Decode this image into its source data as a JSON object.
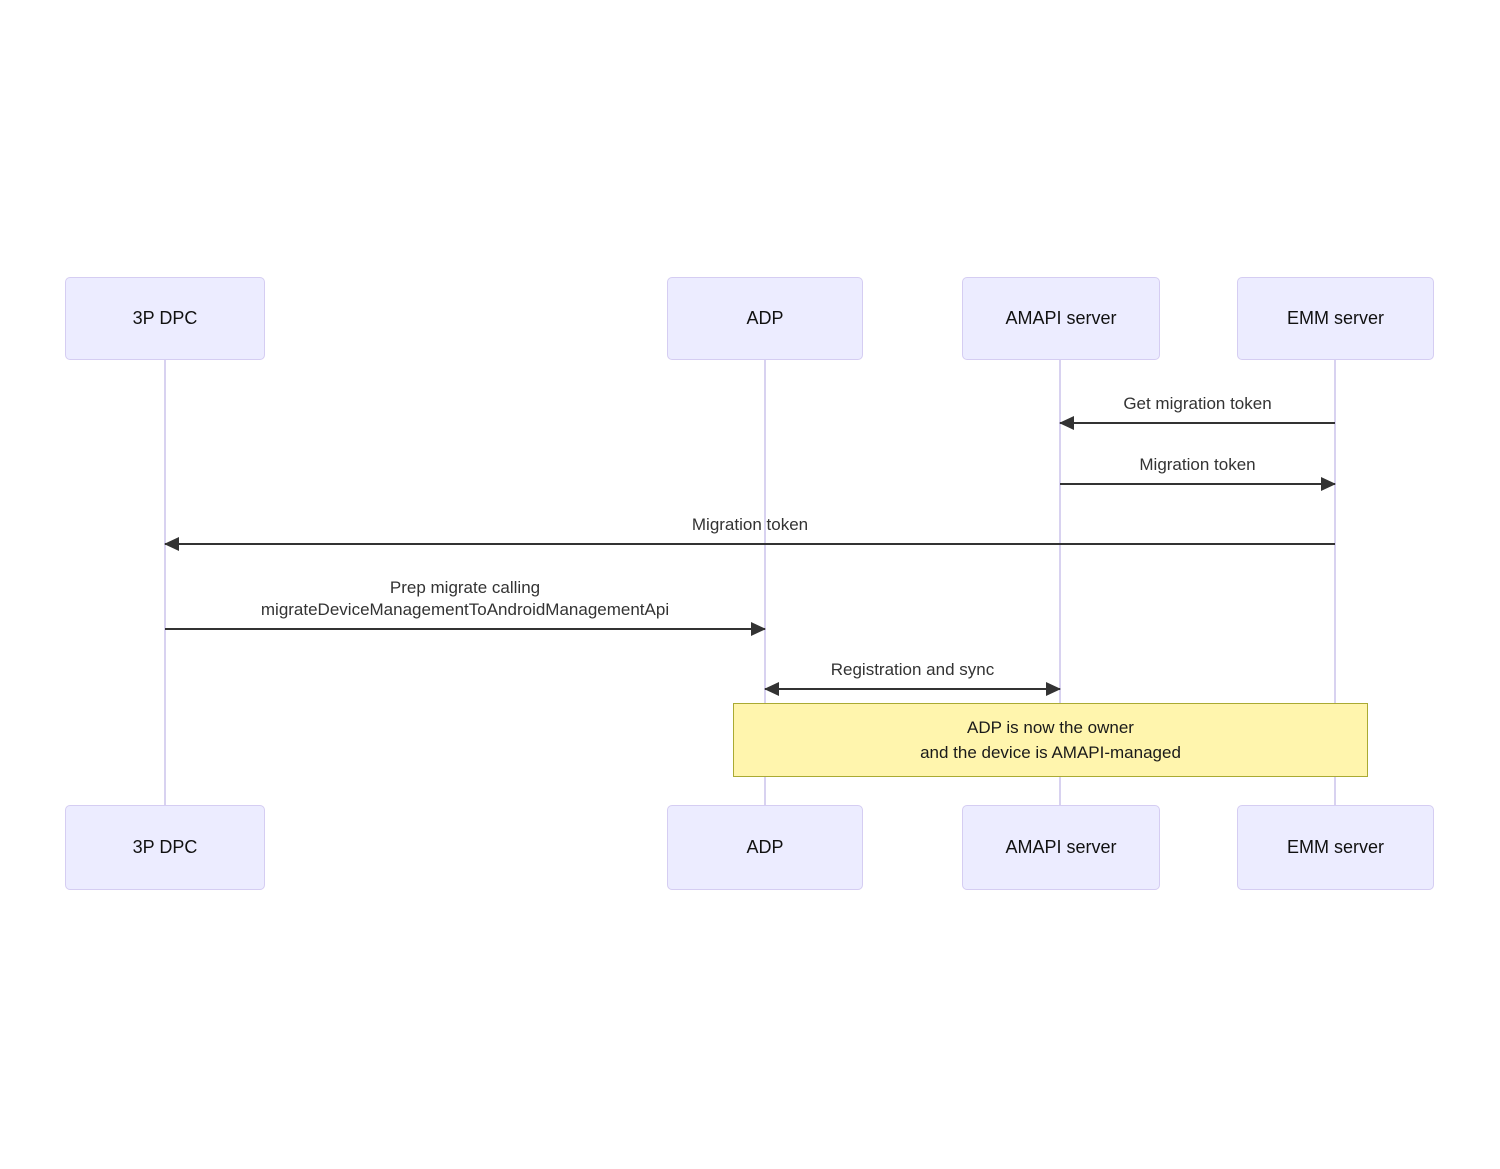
{
  "diagram": {
    "type": "sequence",
    "actors": [
      {
        "id": "3p-dpc",
        "label": "3P DPC"
      },
      {
        "id": "adp",
        "label": "ADP"
      },
      {
        "id": "amapi-server",
        "label": "AMAPI server"
      },
      {
        "id": "emm-server",
        "label": "EMM server"
      }
    ],
    "messages": [
      {
        "from": "emm-server",
        "to": "amapi-server",
        "label": "Get migration token",
        "direction": "left"
      },
      {
        "from": "amapi-server",
        "to": "emm-server",
        "label": "Migration token",
        "direction": "right"
      },
      {
        "from": "emm-server",
        "to": "3p-dpc",
        "label": "Migration token",
        "direction": "left"
      },
      {
        "from": "3p-dpc",
        "to": "adp",
        "label_line1": "Prep migrate calling",
        "label_line2": "migrateDeviceManagementToAndroidManagementApi",
        "direction": "right"
      },
      {
        "from": "adp",
        "to": "amapi-server",
        "label": "Registration and sync",
        "direction": "both"
      }
    ],
    "note": {
      "over": [
        "adp",
        "emm-server"
      ],
      "line1": "ADP is now the owner",
      "line2": "and the device is AMAPI-managed"
    },
    "colors": {
      "actor_fill": "#ECECFF",
      "actor_border": "#d5cdf2",
      "lifeline": "#d8d2f0",
      "arrow": "#333333",
      "text": "#333333",
      "note_fill": "#fff5ad",
      "note_border": "#aaaa33"
    }
  }
}
